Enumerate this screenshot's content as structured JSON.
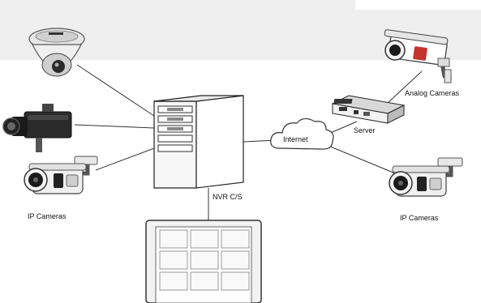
{
  "diagram": {
    "labels": {
      "ip_cameras_left": "IP Cameras",
      "nvr": "NVR C/S",
      "internet": "Internet",
      "server": "Server",
      "analog_cameras": "Analog Cameras",
      "ip_cameras_right": "IP Cameras"
    },
    "colors": {
      "background": "#ffffff",
      "band": "#efefef",
      "line": "#333333",
      "device_body": "#f4f4f4",
      "device_dark": "#1a1a1a"
    }
  }
}
